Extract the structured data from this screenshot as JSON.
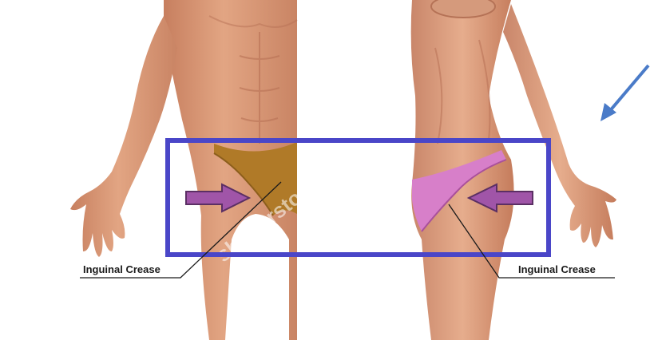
{
  "labels": {
    "left": "Inguinal Crease",
    "right": "Inguinal Crease"
  },
  "watermark": "shutterstock",
  "colors": {
    "highlight_box": "#4a46c8",
    "pointer_arrow_fill": "#a055a8",
    "pointer_arrow_stroke": "#5b2f64",
    "callout_arrow": "#4a7bc8",
    "skin": "#d99a78",
    "skin_shadow": "#b87155",
    "left_garment": "#b07a28",
    "right_garment": "#d77fc9"
  },
  "icons": [
    "right-pointing-arrow-icon",
    "left-pointing-arrow-icon",
    "callout-arrow-icon"
  ]
}
